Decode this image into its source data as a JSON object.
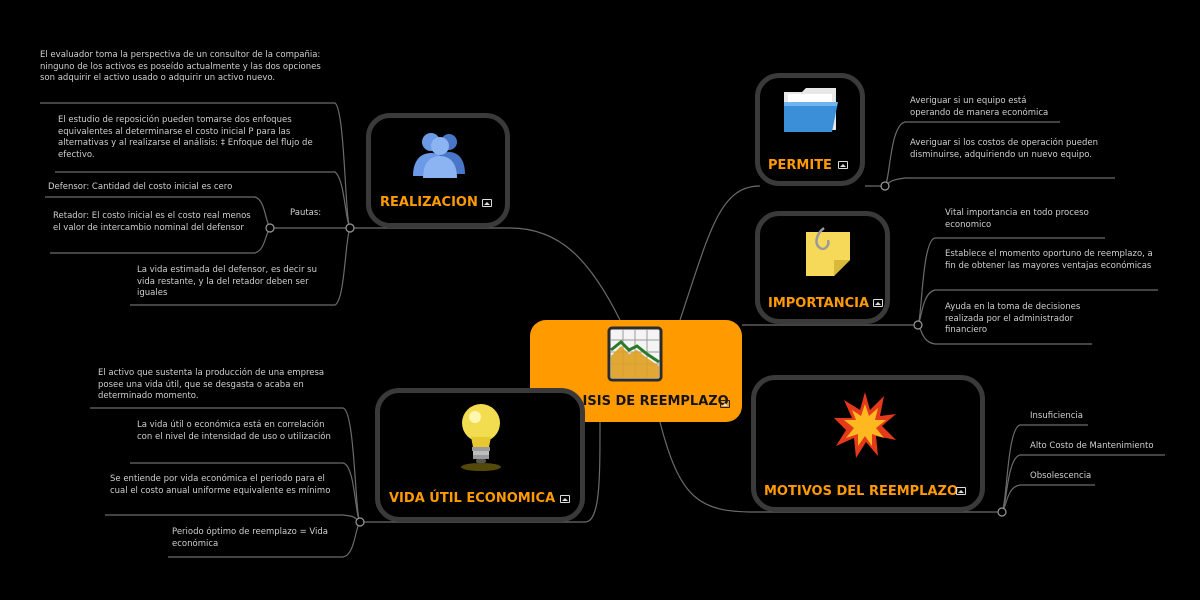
{
  "central": {
    "title": "ANALISIS DE REEMPLAZO",
    "icon": "chart-icon",
    "color": "#ff9a00"
  },
  "permite": {
    "title": "PERMITE",
    "icon": "folder-icon",
    "items": [
      "Averiguar si un equipo está operando de manera económica",
      "Averiguar si los costos de operación pueden disminuirse, adquiriendo un nuevo equipo."
    ]
  },
  "importancia": {
    "title": "IMPORTANCIA",
    "icon": "sticky-note-icon",
    "items": [
      "Vital importancia en  todo proceso economico",
      "Establece el momento oportuno de reemplazo, a fin de obtener las mayores ventajas económicas",
      "Ayuda en la toma de decisiones realizada por el administrador financiero"
    ]
  },
  "motivos": {
    "title": "MOTIVOS DEL REEMPLAZO",
    "icon": "explosion-icon",
    "items": [
      "Insuficiencia",
      "Alto Costo de Mantenimiento",
      "Obsolescencia"
    ]
  },
  "realizacion": {
    "title": "REALIZACION",
    "icon": "users-icon",
    "items": [
      "El evaluador toma la perspectiva de un consultor de la compañia: ninguno de los activos es poseído actualmente y las dos opciones son adquirir el activo usado o adquirir un activo nuevo.",
      "El estudio de reposición pueden tomarse dos enfoques equivalentes al determinarse el costo inicial P para las alternativas y al realizarse el análisis: ‡ Enfoque del flujo de efectivo.",
      "La vida estimada del defensor, es decir su vida restante, y la del retador deben ser iguales"
    ],
    "pautas": {
      "label": "Pautas:",
      "items": [
        "Defensor: Cantidad del costo inicial es cero",
        "Retador: El costo inicial es el costo real menos el valor de intercambio nominal del defensor"
      ]
    }
  },
  "vida": {
    "title": "VIDA ÚTIL ECONOMICA",
    "icon": "lightbulb-icon",
    "items": [
      "El activo que sustenta la producción de una empresa posee una vida útil, que se desgasta o acaba en determinado momento.",
      "La vida útil o económica está en correlación con el nivel de intensidad de uso o utilización",
      "Se entiende por vida económica el periodo para el cual el costo anual uniforme equivalente es mínimo",
      "Periodo óptimo de reemplazo = Vida económica"
    ]
  },
  "colors": {
    "accent": "#ff9a00",
    "node_border": "#3a3a3a",
    "line": "#6b6b6b",
    "text": "#cfcfcf"
  }
}
